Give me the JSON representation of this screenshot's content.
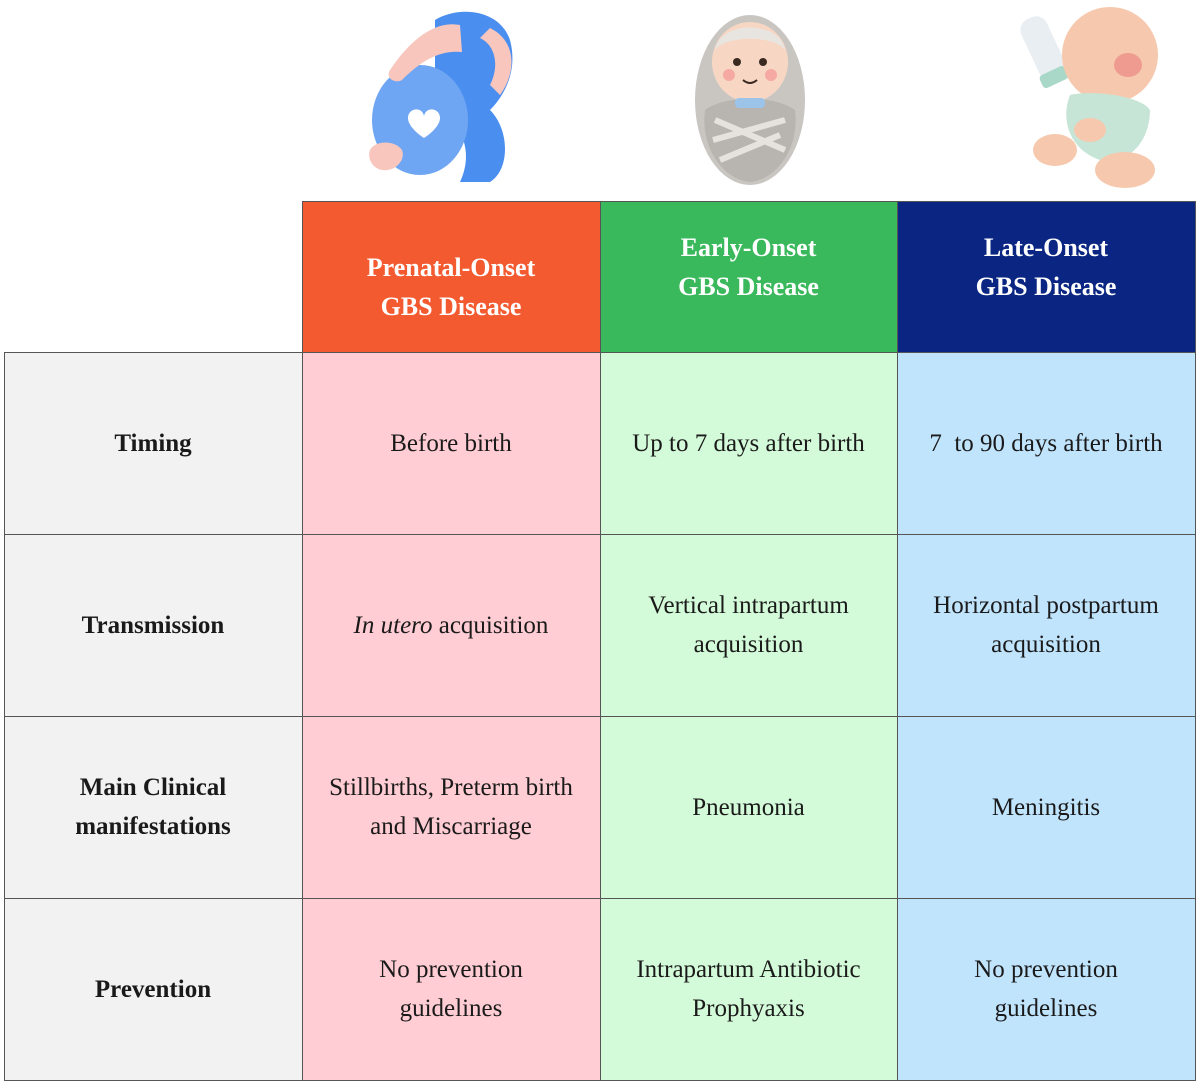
{
  "columns": [
    {
      "title_line1": "Prenatal-Onset",
      "title_line2": "GBS Disease",
      "color": "#f45a30",
      "cell_color": "#ffcdd3",
      "illustration": "pregnant-woman-icon"
    },
    {
      "title_line1": "Early-Onset",
      "title_line2": "GBS Disease",
      "color": "#39b95c",
      "cell_color": "#d4fbd9",
      "illustration": "swaddled-newborn-icon"
    },
    {
      "title_line1": "Late-Onset",
      "title_line2": "GBS Disease",
      "color": "#0a2682",
      "cell_color": "#c1e4fd",
      "illustration": "infant-with-bottle-icon"
    }
  ],
  "rows": {
    "timing": {
      "label": "Timing",
      "prenatal": "Before birth",
      "early": "Up to 7 days after birth",
      "late": "7  to 90 days after birth"
    },
    "transmission": {
      "label": "Transmission",
      "prenatal_italic": "In utero",
      "prenatal_rest": " acquisition",
      "early_line1": "Vertical intrapartum",
      "early_line2": "acquisition",
      "late_line1": "Horizontal postpartum",
      "late_line2": "acquisition"
    },
    "manifestations": {
      "label_line1": "Main Clinical",
      "label_line2": "manifestations",
      "prenatal_line1": "Stillbirths, Preterm birth",
      "prenatal_line2": "and Miscarriage",
      "early": "Pneumonia",
      "late": "Meningitis"
    },
    "prevention": {
      "label": "Prevention",
      "prenatal_line1": "No prevention",
      "prenatal_line2": "guidelines",
      "early_line1": "Intrapartum Antibiotic",
      "early_line2": "Prophyaxis",
      "late_line1": "No prevention",
      "late_line2": "guidelines"
    }
  },
  "colors": {
    "row_header_bg": "#f2f2f2",
    "grid_line": "#555555"
  }
}
